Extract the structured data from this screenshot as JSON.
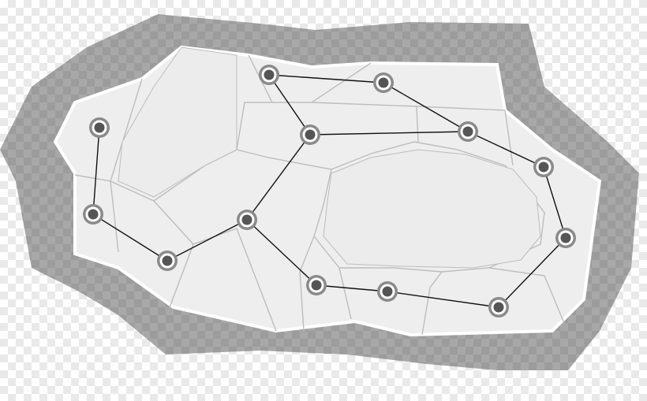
{
  "diagram": {
    "kind": "network-over-region",
    "colors": {
      "checker_a": "#ffffff",
      "checker_b": "#e9e9e9",
      "outer_band": "#a8a8a8",
      "outer_band_alt": "#9c9c9c",
      "region_fill": "#eeeeee",
      "region_border": "#ffffff",
      "cell_line": "#bdbdbd",
      "hole_fill": "#ececec",
      "edge": "#111111",
      "node_ring_outer": "#8a8a8a",
      "node_ring_inner": "#ffffff",
      "node_core": "#555555"
    },
    "nodes": [
      {
        "id": "n1"
      },
      {
        "id": "n2"
      },
      {
        "id": "n3"
      },
      {
        "id": "n4"
      },
      {
        "id": "n5"
      },
      {
        "id": "n6"
      },
      {
        "id": "n7"
      },
      {
        "id": "n8"
      },
      {
        "id": "n9"
      },
      {
        "id": "n10"
      },
      {
        "id": "n11"
      },
      {
        "id": "n12"
      },
      {
        "id": "n13"
      },
      {
        "id": "n14"
      }
    ],
    "edges": [
      [
        "n1",
        "n2"
      ],
      [
        "n2",
        "n5"
      ],
      [
        "n5",
        "n6"
      ],
      [
        "n6",
        "n9"
      ],
      [
        "n9",
        "n10"
      ],
      [
        "n10",
        "n11"
      ],
      [
        "n11",
        "n12"
      ],
      [
        "n12",
        "n8"
      ],
      [
        "n8",
        "n7"
      ],
      [
        "n7",
        "n4"
      ],
      [
        "n4",
        "n3"
      ],
      [
        "n3",
        "n13"
      ],
      [
        "n13",
        "n14"
      ],
      [
        "n14",
        "n1"
      ]
    ]
  }
}
